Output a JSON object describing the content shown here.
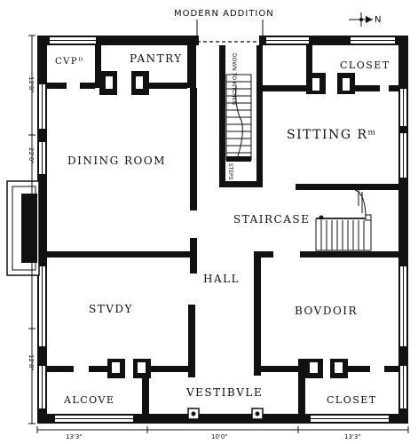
{
  "header": {
    "addition_label": "MODERN ADDITION",
    "north_label": "N"
  },
  "rooms": {
    "cupboard": "CVPᴰ",
    "pantry": "PANTRY",
    "closet_top": "CLOSET",
    "sitting_room": "SITTING Rᵐ",
    "dining_room": "DINING ROOM",
    "staircase": "STAIRCASE",
    "hall": "HALL",
    "study": "STVDY",
    "boudoir": "BOVDOIR",
    "alcove": "ALCOVE",
    "vestibule": "VESTIBVLE",
    "closet_bottom": "CLOSET"
  },
  "stair_notes": {
    "down_to_kitchen": "DOWN TO KITCHEN",
    "steps": "5 STEPS"
  },
  "dimensions": {
    "left_top": "12'8\"",
    "left_middle": "22'0\"",
    "left_bottom": "12'8\"",
    "bottom_left": "13'3\"",
    "bottom_middle": "10'0\"",
    "bottom_right": "13'3\""
  },
  "colors": {
    "ink": "#111111",
    "paper": "#ffffff"
  }
}
